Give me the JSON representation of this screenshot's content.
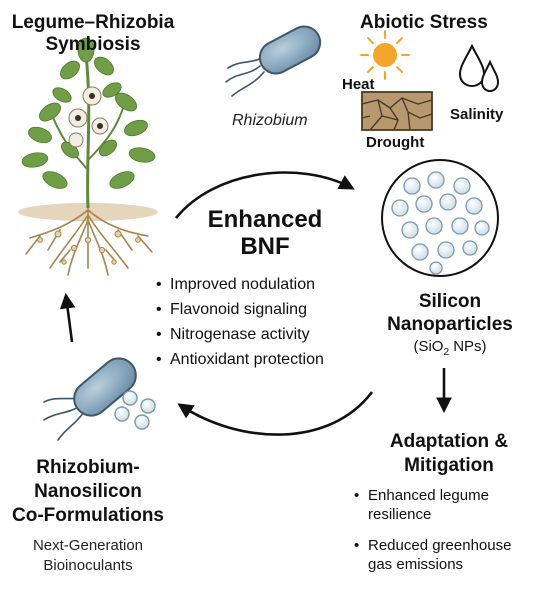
{
  "title_symbiosis": {
    "line1": "Legume–Rhizobia",
    "line2": "Symbiosis"
  },
  "stress": {
    "title": "Abiotic Stress",
    "heat": "Heat",
    "drought": "Drought",
    "salinity": "Salinity"
  },
  "rhizobium_label": "Rhizobium",
  "center": {
    "title_line1": "Enhanced",
    "title_line2": "BNF",
    "bullets": [
      "Improved nodulation",
      "Flavonoid signaling",
      "Nitrogenase activity",
      "Antioxidant protection"
    ]
  },
  "silicon": {
    "line1": "Silicon",
    "line2": "Nanoparticles",
    "formula_pre": "(SiO",
    "formula_sub": "2",
    "formula_post": " NPs)"
  },
  "adaptation": {
    "line1": "Adaptation &",
    "line2": "Mitigation",
    "bullets": [
      {
        "l1": "Enhanced legume",
        "l2": "resilience"
      },
      {
        "l1": "Reduced greenhouse",
        "l2": "gas emissions"
      }
    ]
  },
  "coformulation": {
    "line1": "Rhizobium-",
    "line2": "Nanosilicon",
    "line3": "Co-Formulations",
    "sub1": "Next-Generation",
    "sub2": "Bioinoculants"
  },
  "colors": {
    "bacterium_fill": "#8fb0c8",
    "bacterium_stroke": "#3e5669",
    "leaf": "#6f9e46",
    "root": "#a8844c",
    "sun": "#f3a72a",
    "soil": "#b8996f",
    "nanoparticle": "#a9c3d3"
  }
}
